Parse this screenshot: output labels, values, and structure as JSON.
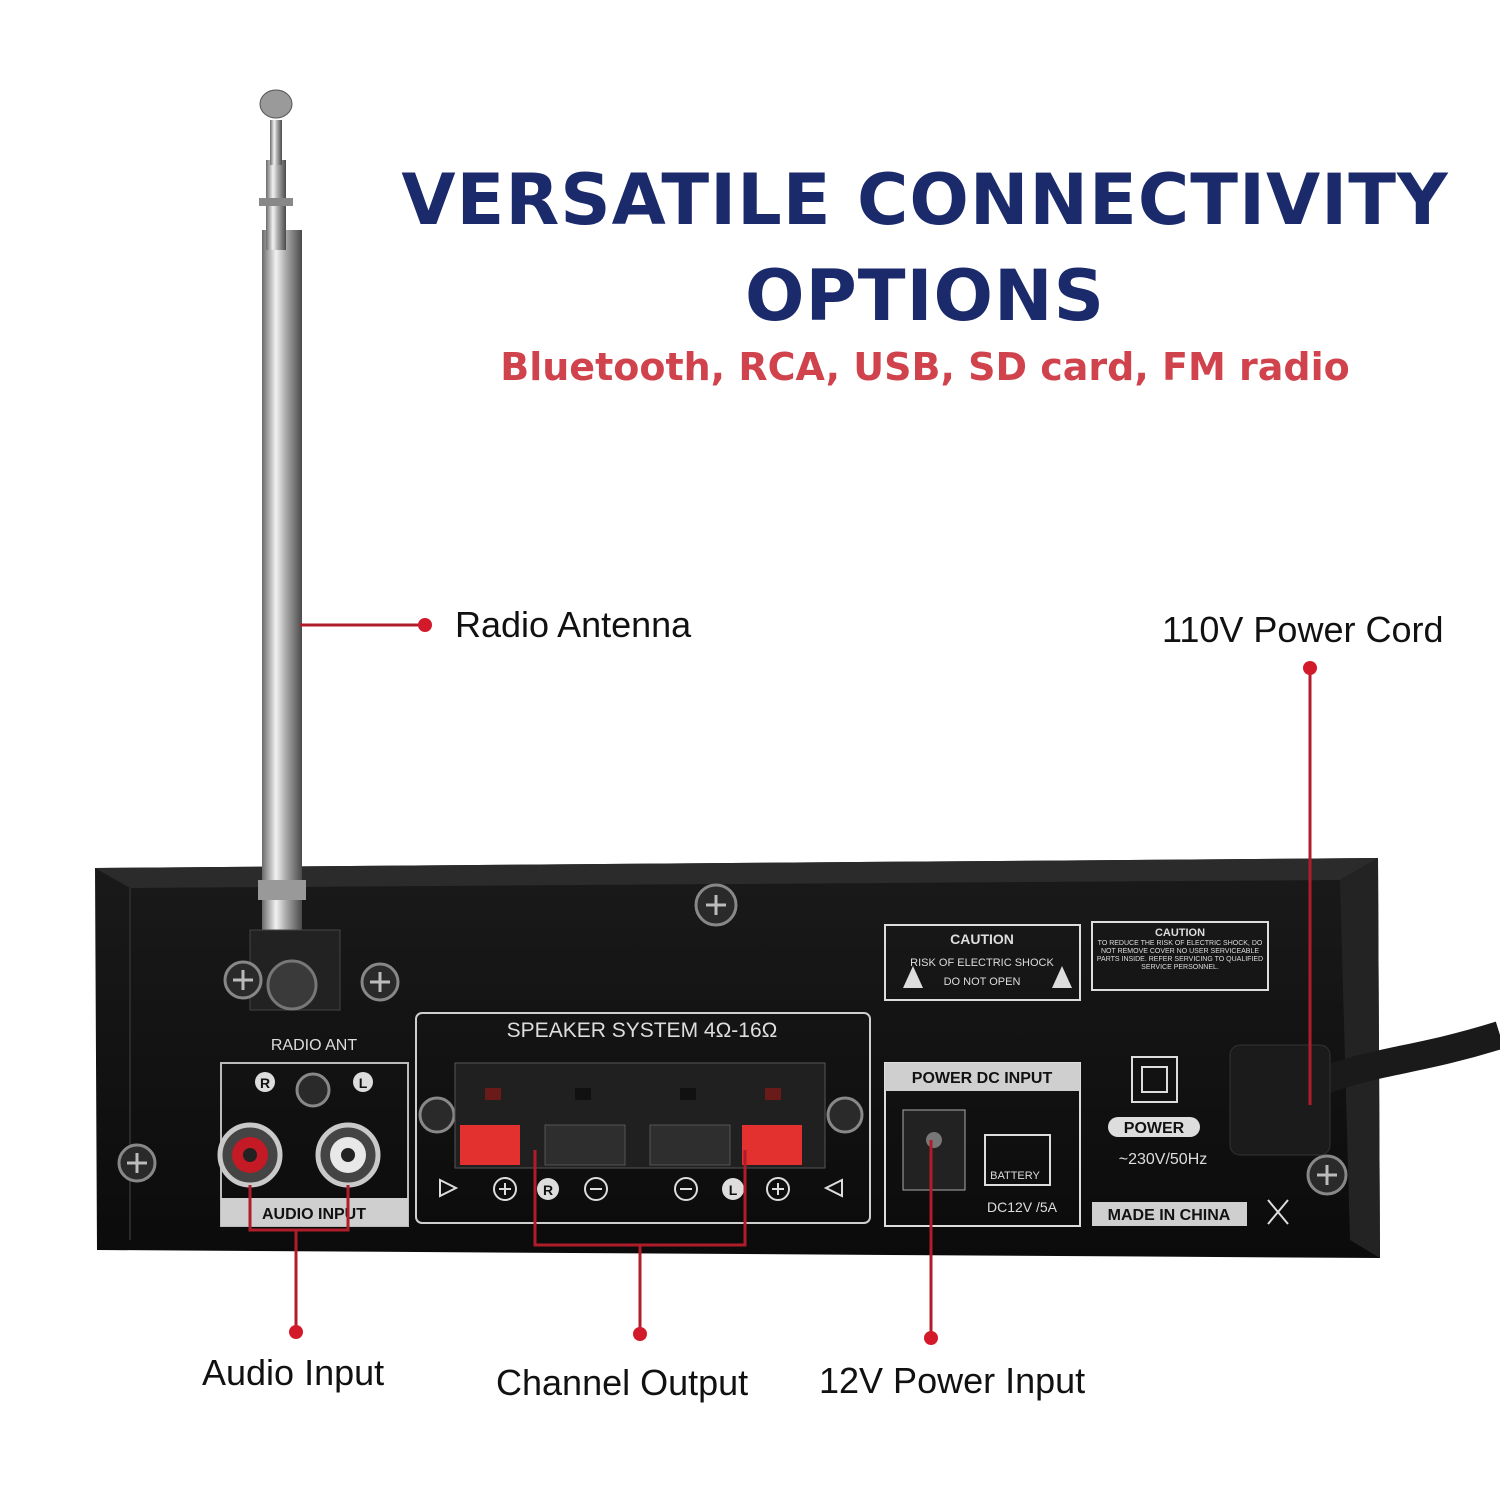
{
  "heading": {
    "line1": "VERSATILE CONNECTIVITY",
    "line2": "OPTIONS",
    "subtitle": "Bluetooth, RCA, USB, SD card, FM radio"
  },
  "callouts": {
    "radio_antenna": "Radio Antenna",
    "power_cord": "110V Power Cord",
    "audio_input": "Audio Input",
    "channel_output": "Channel Output",
    "power_input": "12V Power Input"
  },
  "panel": {
    "radio_ant": "RADIO ANT",
    "audio_input_label": "AUDIO INPUT",
    "rca_r": "R",
    "rca_l": "L",
    "speaker_system": "SPEAKER SYSTEM 4Ω-16Ω",
    "spk_r": "R",
    "spk_l": "L",
    "caution1_title": "CAUTION",
    "caution1_line1": "RISK OF ELECTRIC SHOCK",
    "caution1_line2": "DO NOT OPEN",
    "caution2_title": "CAUTION",
    "caution2_lines": "TO REDUCE THE RISK OF ELECTRIC SHOCK, DO NOT REMOVE COVER NO USER SERVICEABLE PARTS INSIDE. REFER SERVICING TO QUALIFIED SERVICE PERSONNEL.",
    "power_dc_input": "POWER DC INPUT",
    "battery": "BATTERY",
    "dc_rating": "DC12V /5A",
    "power": "POWER",
    "ac_rating": "~230V/50Hz",
    "made_in": "MADE IN CHINA"
  },
  "colors": {
    "heading": "#1b2a6b",
    "subtitle": "#d0434c",
    "callout_line": "#b01c2a",
    "panel": "#111111"
  }
}
